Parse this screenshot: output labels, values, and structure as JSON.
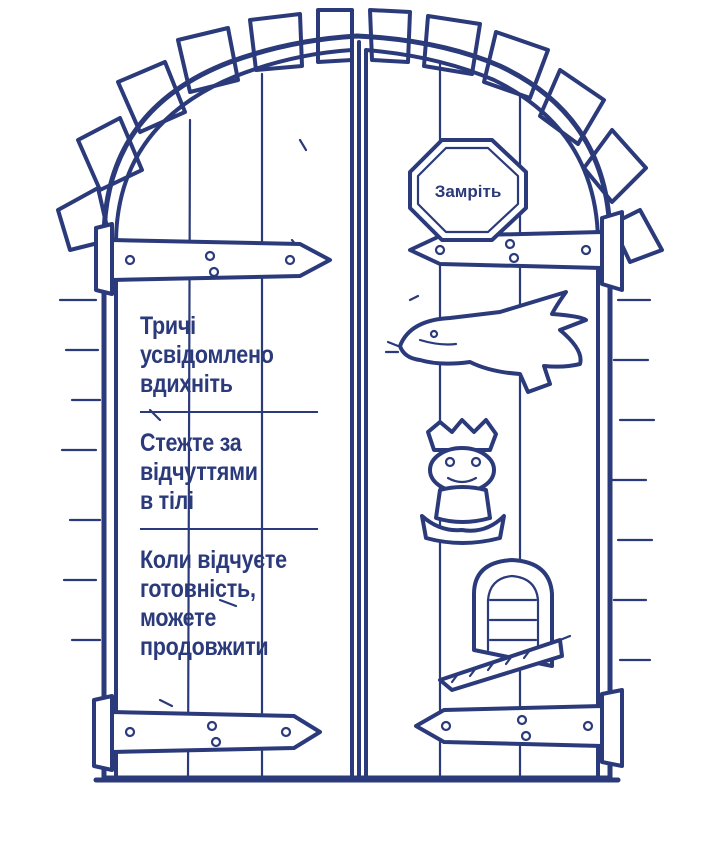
{
  "sign": {
    "label": "Замріть"
  },
  "steps": [
    {
      "lines": [
        "Тричі",
        "усвідомлено",
        "вдихніть"
      ]
    },
    {
      "lines": [
        "Стежте за",
        "відчуттями",
        "в тілі"
      ]
    },
    {
      "lines": [
        "Коли відчуєте",
        "готовність,",
        "можете",
        "продовжити"
      ]
    }
  ],
  "colors": {
    "ink": "#2b3a7a",
    "background": "#ffffff"
  },
  "icons": [
    "dragon-head-icon",
    "frog-king-icon",
    "castle-door-icon"
  ]
}
